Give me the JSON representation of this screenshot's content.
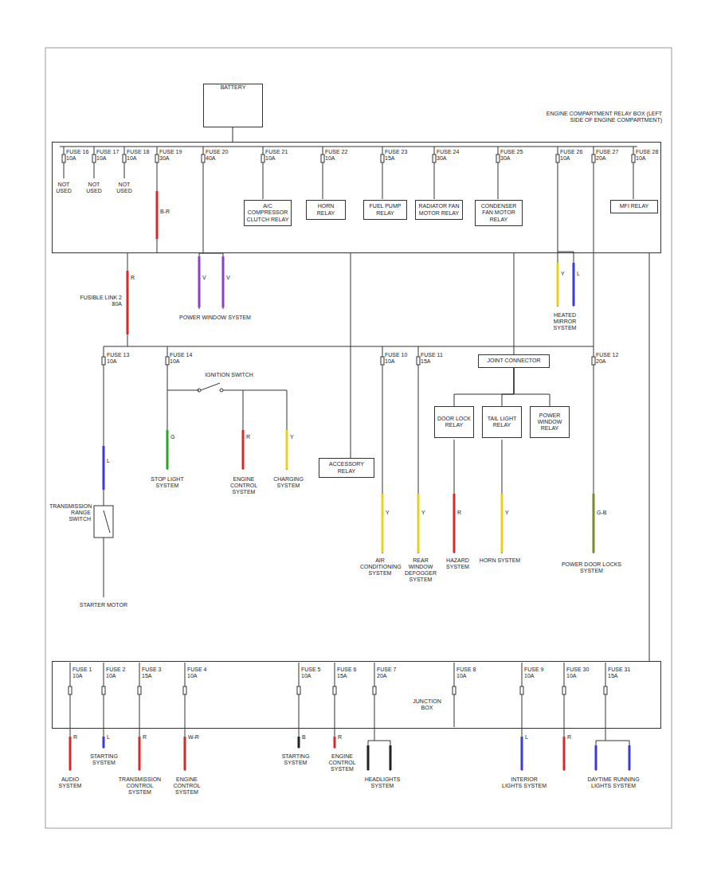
{
  "diagram": {
    "nodes": [
      {
        "text": [
          "BATTERY"
        ]
      },
      {
        "text": [
          "ENGINE COMPARTMENT RELAY BOX (LEFT SIDE OF ENGINE COMPARTMENT)"
        ]
      },
      {
        "text": [
          "A/C COMPRESSOR CLUTCH RELAY"
        ],
        "in": 1
      },
      {
        "text": [
          "HORN RELAY"
        ],
        "in": 1
      },
      {
        "text": [
          "FUEL PUMP RELAY"
        ],
        "in": 1
      },
      {
        "text": [
          "RADIATOR FAN MOTOR RELAY"
        ],
        "in": 1
      },
      {
        "text": [
          "CONDENSER FAN MOTOR RELAY"
        ],
        "in": 1
      },
      {
        "text": [
          "MFI RELAY"
        ],
        "in": 1
      },
      {
        "text": [
          "JOINT CONNECTOR"
        ]
      },
      {
        "text": [
          "DOOR LOCK RELAY"
        ]
      },
      {
        "text": [
          "TAIL LIGHT RELAY"
        ]
      },
      {
        "text": [
          "POWER WINDOW RELAY"
        ]
      },
      {
        "text": [
          "ACCESSORY RELAY"
        ]
      },
      {
        "text": [
          "JUNCTION BOX"
        ]
      }
    ],
    "edges": [
      {
        "from": 0,
        "to": 1,
        "arrow": "none"
      },
      {
        "from": 1,
        "to": 8,
        "arrow": "none"
      },
      {
        "from": 1,
        "to": 12,
        "arrow": "none"
      },
      {
        "from": 1,
        "to": 13,
        "arrow": "none"
      },
      {
        "from": 8,
        "to": 9,
        "arrow": "none"
      },
      {
        "from": 8,
        "to": 10,
        "arrow": "none"
      },
      {
        "from": 8,
        "to": 11,
        "arrow": "none"
      }
    ],
    "labels": [
      "FUSE 16 10A",
      "FUSE 17 10A",
      "FUSE 18 10A",
      "FUSE 19 30A",
      "FUSE 20 40A",
      "FUSE 21 10A",
      "FUSE 22 10A",
      "FUSE 23 15A",
      "FUSE 24 30A",
      "FUSE 25 30A",
      "FUSE 26 10A",
      "FUSE 27 20A",
      "FUSE 28 10A",
      "NOT USED",
      "NOT USED",
      "NOT USED",
      "B-R",
      "FUSIBLE LINK 2 80A",
      "R",
      "V",
      "V",
      "POWER WINDOW SYSTEM",
      "Y",
      "L",
      "HEATED MIRROR SYSTEM",
      "FUSE 13 10A",
      "FUSE 14 10A",
      "IGNITION SWITCH",
      "FUSE 10 10A",
      "FUSE 11 15A",
      "FUSE 12 20A",
      "L",
      "TRANSMISSION RANGE SWITCH",
      "STARTER MOTOR",
      "G",
      "R",
      "Y",
      "STOP LIGHT SYSTEM",
      "ENGINE CONTROL SYSTEM",
      "CHARGING SYSTEM",
      "Y",
      "Y",
      "R",
      "Y",
      "G-B",
      "AIR CONDITIONING SYSTEM",
      "REAR WINDOW DEFOGGER SYSTEM",
      "HAZARD SYSTEM",
      "HORN SYSTEM",
      "POWER DOOR LOCKS SYSTEM",
      "FUSE 1 10A",
      "FUSE 2 10A",
      "FUSE 3 15A",
      "FUSE 4 10A",
      "FUSE 5 10A",
      "FUSE 6 15A",
      "FUSE 7 20A",
      "FUSE 8 10A",
      "FUSE 9 10A",
      "FUSE 30 10A",
      "FUSE 31 15A",
      "R",
      "L",
      "R",
      "W-R",
      "B",
      "R",
      "L",
      "R",
      "AUDIO SYSTEM",
      "STARTING SYSTEM",
      "TRANSMISSION CONTROL SYSTEM",
      "ENGINE CONTROL SYSTEM",
      "STARTING SYSTEM",
      "ENGINE CONTROL SYSTEM",
      "HEADLIGHTS SYSTEM",
      "INTERIOR LIGHTS SYSTEM",
      "DAYTIME RUNNING LIGHTS SYSTEM"
    ]
  }
}
